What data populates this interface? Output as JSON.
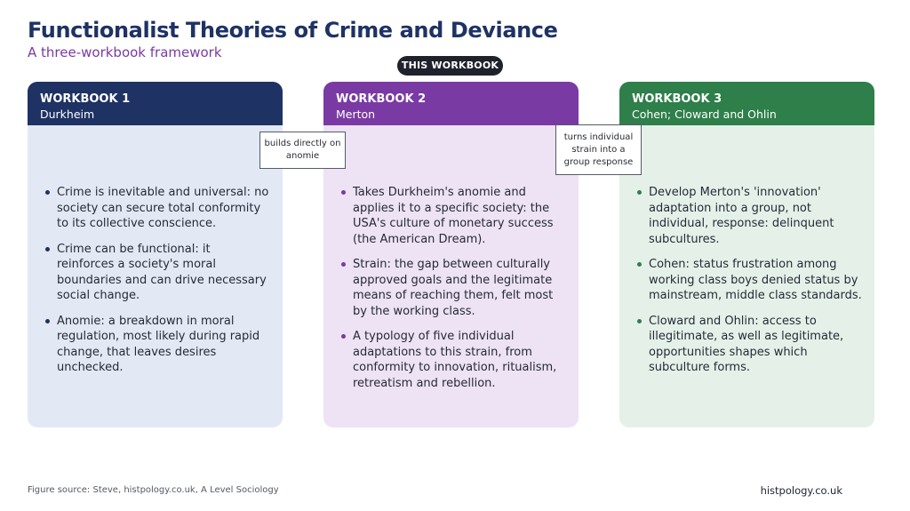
{
  "header": {
    "title": "Functionalist Theories of Crime and Deviance",
    "subtitle": "A three-workbook framework",
    "this_workbook_badge": "THIS WORKBOOK"
  },
  "workbooks": [
    {
      "label": "WORKBOOK 1",
      "theorist": "Durkheim",
      "color": "#1e3264",
      "points": [
        "Crime is inevitable and universal: no society can secure total conformity to its collective conscience.",
        "Crime can be functional: it reinforces a society's moral boundaries and can drive necessary social change.",
        "Anomie: a breakdown in moral regulation, most likely during rapid change, that leaves desires unchecked."
      ]
    },
    {
      "label": "WORKBOOK 2",
      "theorist": "Merton",
      "color": "#7a3aa3",
      "points": [
        "Takes Durkheim's anomie and applies it to a specific society: the USA's culture of monetary success (the American Dream).",
        "Strain: the gap between culturally approved goals and the legitimate means of reaching them, felt most by the working class.",
        "A typology of five individual adaptations to this strain, from conformity to innovation, ritualism, retreatism and rebellion."
      ]
    },
    {
      "label": "WORKBOOK 3",
      "theorist": "Cohen; Cloward and Ohlin",
      "color": "#2e7f4a",
      "points": [
        "Develop Merton's 'innovation' adaptation into a group, not individual, response: delinquent subcultures.",
        "Cohen: status frustration among working class boys denied status by mainstream, middle class standards.",
        "Cloward and Ohlin: access to illegitimate, as well as legitimate, opportunities shapes which subculture forms."
      ]
    }
  ],
  "connectors": {
    "one_to_two": "builds directly on anomie",
    "two_to_three": "turns individual strain into a group response"
  },
  "footer": {
    "source": "Figure source: Steve, histpology.co.uk, A Level Sociology",
    "brand": "histpology.co.uk"
  }
}
